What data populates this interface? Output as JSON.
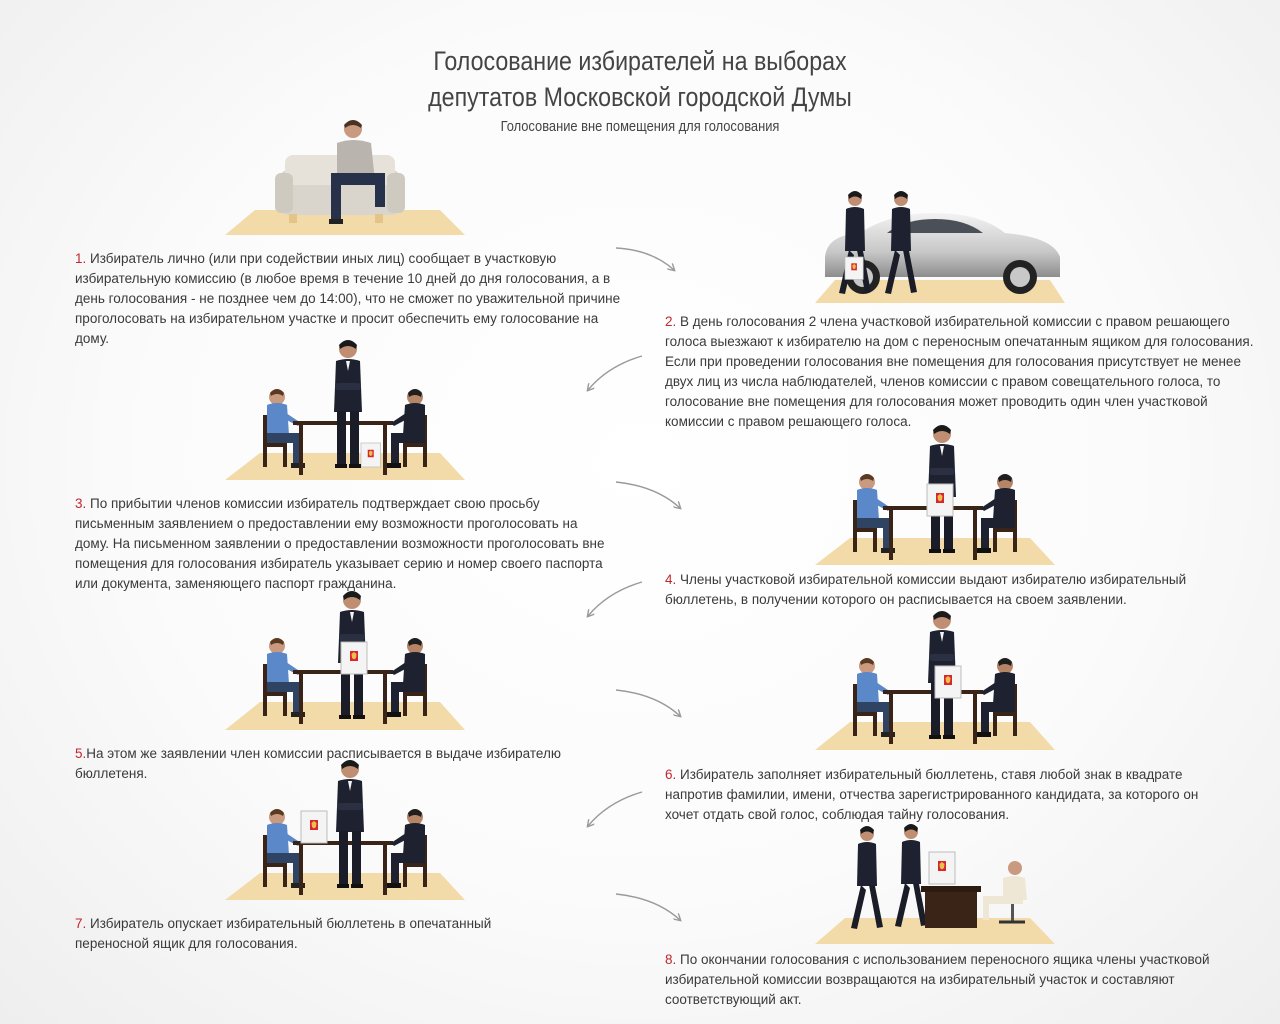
{
  "header": {
    "title_line1": "Голосование избирателей на выборах",
    "title_line2": "депутатов Московской городской Думы",
    "subtitle": "Голосование вне помещения для голосования"
  },
  "colors": {
    "accent": "#c1272d",
    "floor": "#f2dba8",
    "suit": "#1e2230",
    "text": "#3a3a3a",
    "table": "#3a2417"
  },
  "steps": [
    {
      "num": "1.",
      "text": " Избиратель лично (или при содействии иных лиц) сообщает в участковую избирательную комиссию (в любое время в течение 10 дней до дня голосования, а в день голосования - не позднее чем до 14:00), что не сможет по уважительной причине проголосовать на избирательном участке и просит обеспечить ему голосование на дому."
    },
    {
      "num": "2.",
      "text": " В день голосования 2 члена участковой избирательной комиссии с правом решающего голоса выезжают к избирателю на дом с переносным опечатанным ящиком для голосования. Если при проведении голосования вне помещения для голосования присутствует не менее двух лиц из числа наблюдателей, членов комиссии с правом совещательного голоса, то голосование вне помещения для голосования может проводить один член участковой комиссии с правом решающего голоса."
    },
    {
      "num": "3.",
      "text": " По прибытии членов комиссии избиратель подтверждает свою просьбу письменным заявлением о предоставлении ему возможности проголосовать на дому. На письменном заявлении о предоставлении возможности проголосовать вне помещения для голосования избиратель указывает серию и номер своего паспорта или документа, заменяющего паспорт гражданина."
    },
    {
      "num": "4.",
      "text": " Члены участковой избирательной комиссии выдают избирателю избирательный бюллетень, в получении которого он расписывается на своем заявлении."
    },
    {
      "num": "5.",
      "text": "На этом же заявлении член комиссии расписывается в выдаче избирателю бюллетеня."
    },
    {
      "num": "6.",
      "text": " Избиратель заполняет избирательный бюллетень, ставя любой знак в квадрате напротив фамилии, имени, отчества зарегистрированного кандидата, за которого он хочет отдать свой голос, соблюдая тайну голосования."
    },
    {
      "num": "7.",
      "text": " Избиратель опускает избирательный бюллетень в опечатанный переносной ящик для голосования."
    },
    {
      "num": "8.",
      "text": " По окончании голосования с использованием переносного ящика члены участковой избирательной комиссии возвращаются на избирательный участок и составляют соответствующий акт."
    }
  ]
}
